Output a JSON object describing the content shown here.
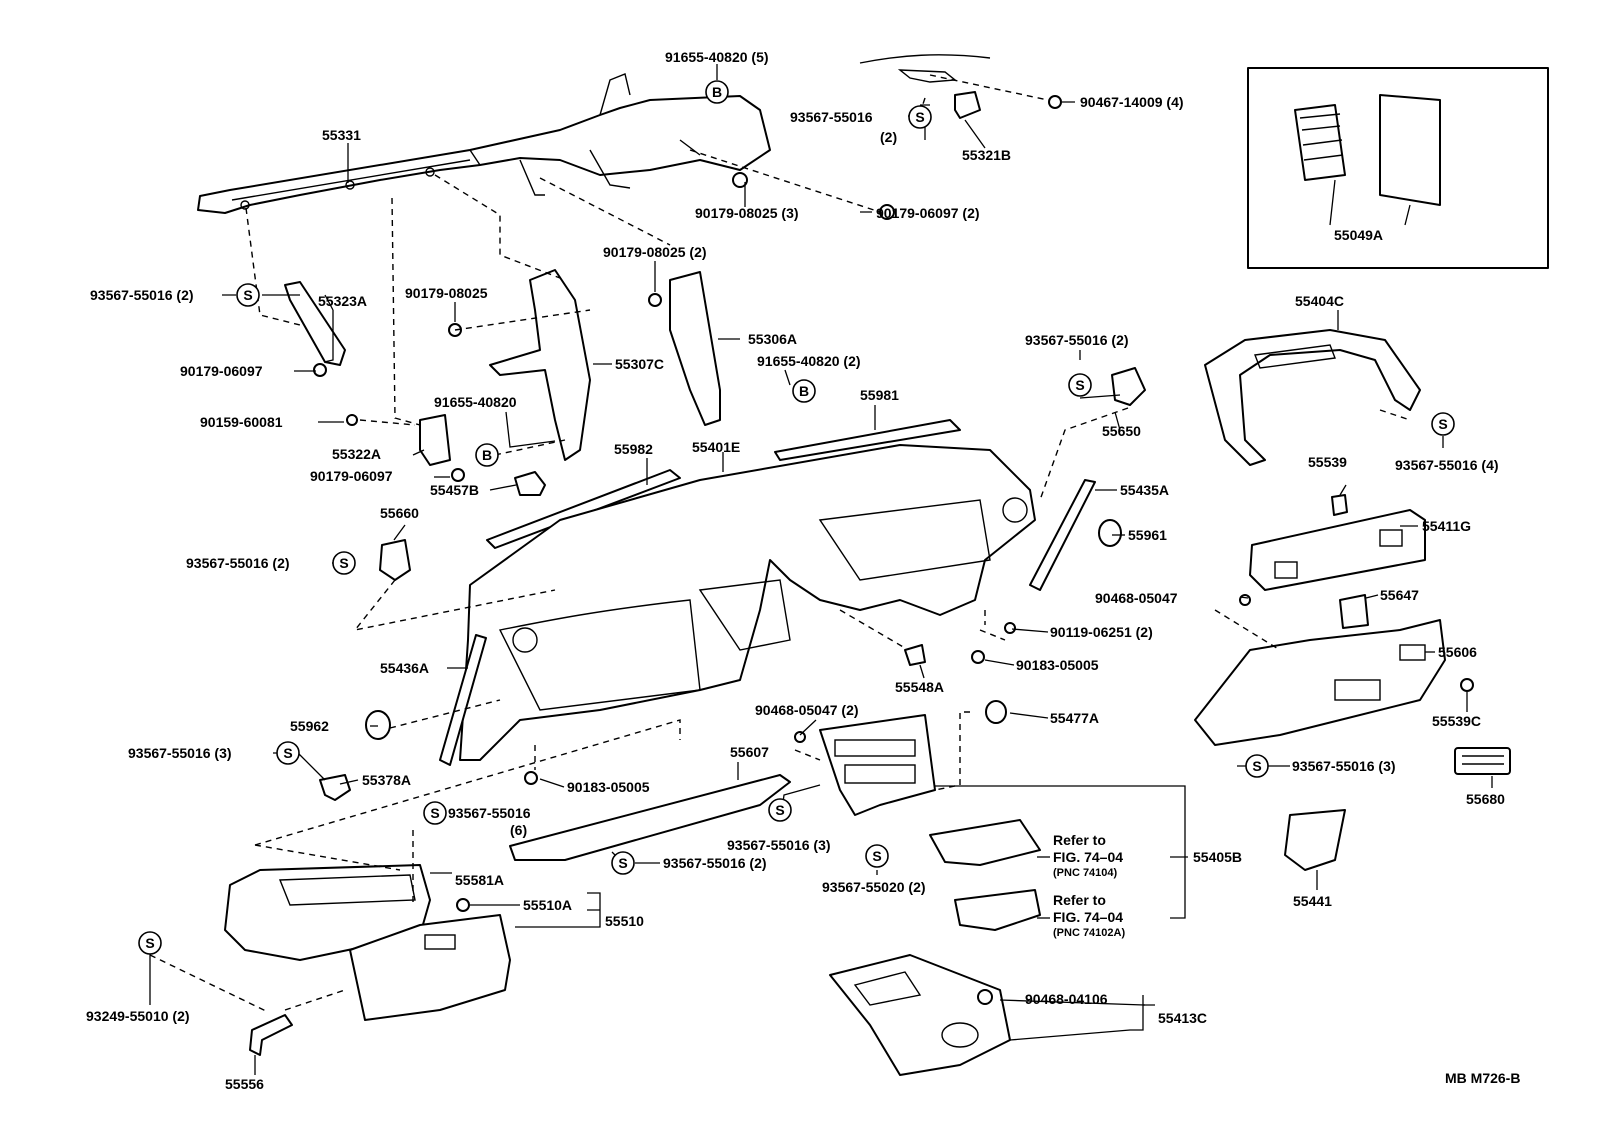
{
  "diagram_code": "MB M726-B",
  "symbols": {
    "S": "S",
    "B": "B"
  },
  "labels": {
    "p55331": "55331",
    "p91655_40820_5": "91655-40820 (5)",
    "p93567_55016_2_top": "93567-55016",
    "p2_top": "(2)",
    "p90467_14009_4": "90467-14009 (4)",
    "p55321B": "55321B",
    "p55049A": "55049A",
    "p90179_08025_3": "90179-08025 (3)",
    "p90179_06097_2": "90179-06097 (2)",
    "p90179_08025_2": "90179-08025 (2)",
    "p93567_55016_2_left": "93567-55016 (2)",
    "p55323A": "55323A",
    "p90179_08025": "90179-08025",
    "p55306A": "55306A",
    "p55307C": "55307C",
    "p91655_40820_2": "91655-40820 (2)",
    "p90179_06097": "90179-06097",
    "p91655_40820": "91655-40820",
    "p90159_60081": "90159-60081",
    "p55322A": "55322A",
    "p90179_06097_b": "90179-06097",
    "p55457B": "55457B",
    "p55981": "55981",
    "p55982": "55982",
    "p55401E": "55401E",
    "p93567_55016_2_r": "93567-55016 (2)",
    "p55650": "55650",
    "p55404C": "55404C",
    "p93567_55016_4": "93567-55016 (4)",
    "p55660": "55660",
    "p93567_55016_2_l2": "93567-55016 (2)",
    "p55435A": "55435A",
    "p55961": "55961",
    "p55539": "55539",
    "p55411G": "55411G",
    "p90468_05047": "90468-05047",
    "p55647": "55647",
    "p90119_06251_2": "90119-06251 (2)",
    "p90183_05005": "90183-05005",
    "p55606": "55606",
    "p55436A": "55436A",
    "p55548A": "55548A",
    "p55539C": "55539C",
    "p90468_05047_2": "90468-05047 (2)",
    "p55477A": "55477A",
    "p55962": "55962",
    "p93567_55016_3_l": "93567-55016 (3)",
    "p55378A": "55378A",
    "p55607": "55607",
    "p93567_55016_3_r": "93567-55016 (3)",
    "p55680": "55680",
    "p90183_05005_b": "90183-05005",
    "p93567_55016_6": "93567-55016",
    "p6": "(6)",
    "p93567_55016_3_c": "93567-55016 (3)",
    "p93567_55016_2_c": "93567-55016 (2)",
    "p93567_55020_2": "93567-55020 (2)",
    "p55441": "55441",
    "refer1_a": "Refer to",
    "refer1_b": "FIG. 74–04",
    "refer1_c": "(PNC 74104)",
    "p55405B": "55405B",
    "refer2_a": "Refer to",
    "refer2_b": "FIG. 74–04",
    "refer2_c": "(PNC 74102A)",
    "p55581A": "55581A",
    "p55510A": "55510A",
    "p55510": "55510",
    "p93249_55010_2": "93249-55010 (2)",
    "p90468_04106": "90468-04106",
    "p55413C": "55413C",
    "p55556": "55556"
  }
}
